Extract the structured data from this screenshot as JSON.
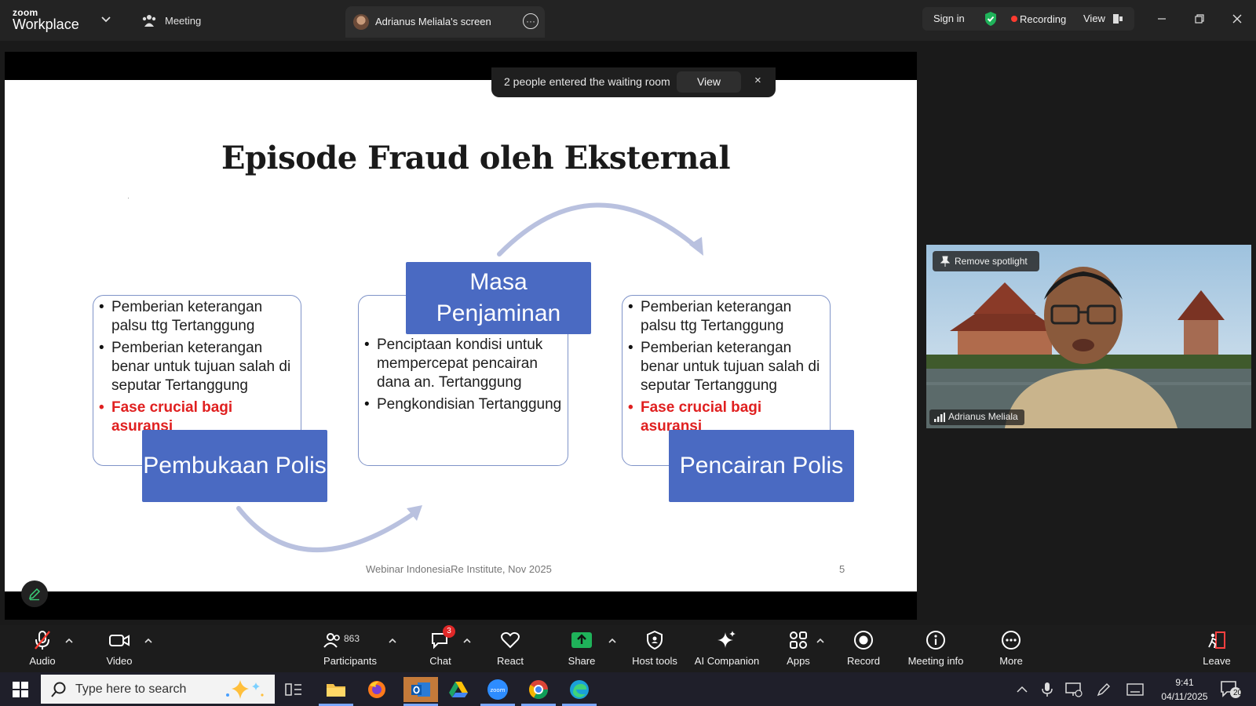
{
  "app": {
    "brand_line1": "zoom",
    "brand_line2": "Workplace"
  },
  "topbar": {
    "meeting_tab": "Meeting",
    "share_tab": "Adrianus Meliala's screen",
    "signin": "Sign in",
    "recording": "Recording",
    "view": "View"
  },
  "toast": {
    "text": "2 people entered the waiting room",
    "view_button": "View",
    "close": "×"
  },
  "slide": {
    "title": "Episode Fraud oleh Eksternal",
    "left_box": {
      "items": [
        "Pemberian keterangan palsu ttg Tertanggung",
        "Pemberian keterangan benar untuk tujuan salah di seputar Tertanggung"
      ],
      "highlight": "Fase crucial bagi asuransi"
    },
    "middle_box": {
      "items": [
        "Penciptaan kondisi untuk mempercepat pencairan dana an. Tertanggung",
        "Pengkondisian Tertanggung"
      ]
    },
    "right_box": {
      "items": [
        "Pemberian keterangan palsu ttg Tertanggung",
        "Pemberian keterangan benar untuk tujuan salah di seputar Tertanggung"
      ],
      "highlight": "Fase crucial bagi asuransi"
    },
    "stage_left": "Pembukaan Polis",
    "stage_middle": "Masa Penjaminan",
    "stage_right": "Pencairan Polis",
    "footer": "Webinar IndonesiaRe Institute, Nov 2025",
    "page_number": "5"
  },
  "video": {
    "spotlight_button": "Remove spotlight",
    "participant_name": "Adrianus Meliala"
  },
  "toolbar": {
    "audio": "Audio",
    "video": "Video",
    "participants": "Participants",
    "participants_count": "863",
    "chat": "Chat",
    "chat_badge": "3",
    "react": "React",
    "share": "Share",
    "host_tools": "Host tools",
    "ai_companion": "AI Companion",
    "apps": "Apps",
    "record": "Record",
    "meeting_info": "Meeting info",
    "more": "More",
    "leave": "Leave"
  },
  "taskbar": {
    "search_placeholder": "Type here to search",
    "time": "9:41",
    "date": "04/11/2025",
    "notifications": "20"
  },
  "colors": {
    "slide_blue": "#4a6ac2",
    "highlight_red": "#e02020",
    "share_green": "#1fb35a",
    "record_red": "#ff3b30"
  }
}
